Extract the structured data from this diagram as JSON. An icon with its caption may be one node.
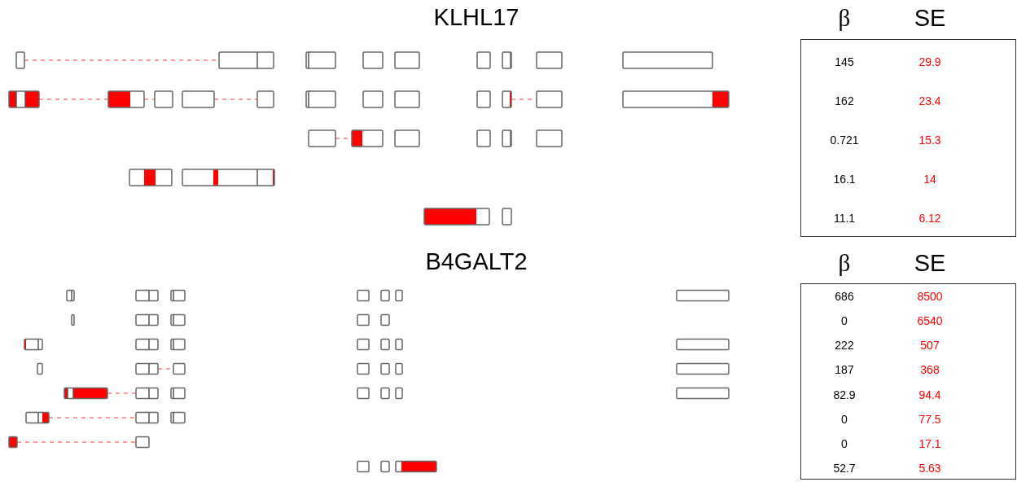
{
  "diagram": {
    "nodes": [
      {
        "text": [
          "β",
          "SE",
          "145",
          "29.9",
          "162",
          "23.4",
          "0.721",
          "15.3",
          "16.1",
          "14",
          "11.1",
          "6.12"
        ]
      },
      {
        "text": [
          "β",
          "SE",
          "686",
          "8500",
          "0",
          "6540",
          "222",
          "507",
          "187",
          "368",
          "82.9",
          "94.4",
          "0",
          "77.5",
          "0",
          "17.1",
          "52.7",
          "5.63"
        ]
      }
    ],
    "labels": [
      "KLHL17",
      "B4GALT2"
    ]
  }
}
